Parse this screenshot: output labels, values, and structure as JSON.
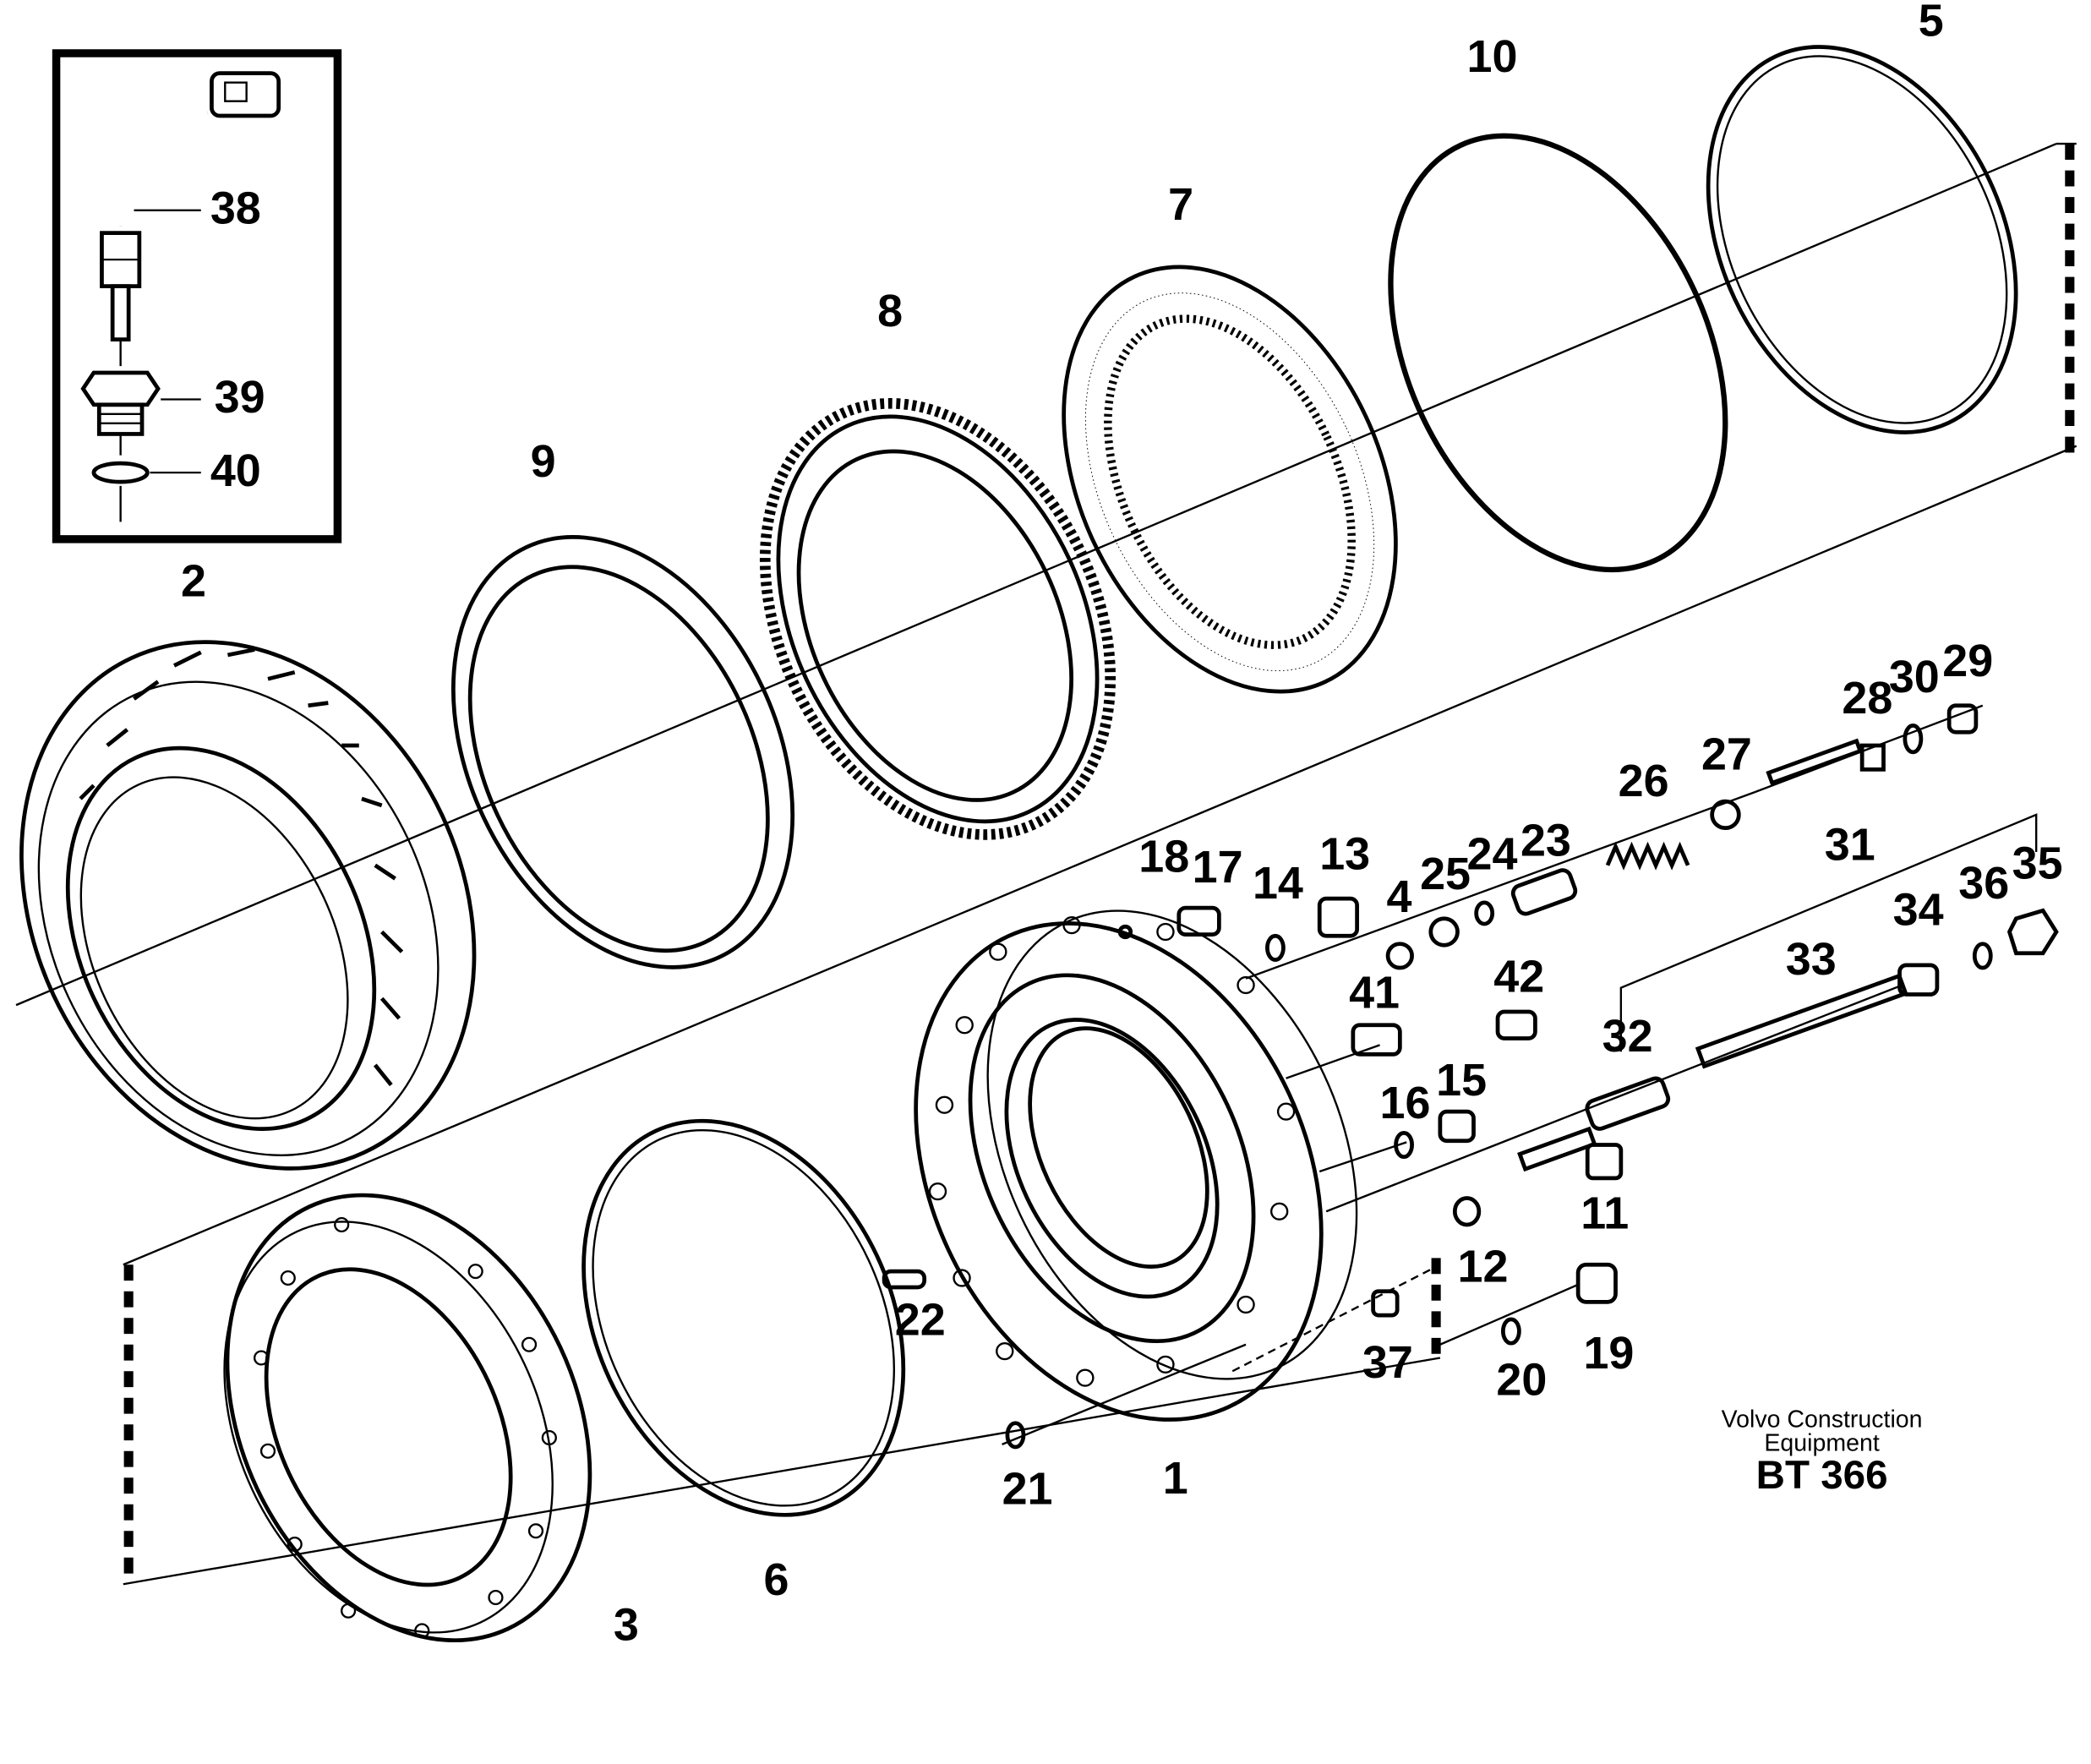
{
  "diagram": {
    "callouts": [
      "1",
      "2",
      "3",
      "4",
      "5",
      "6",
      "7",
      "8",
      "9",
      "10",
      "11",
      "12",
      "13",
      "14",
      "15",
      "16",
      "17",
      "18",
      "19",
      "20",
      "21",
      "22",
      "23",
      "24",
      "25",
      "26",
      "27",
      "28",
      "29",
      "30",
      "31",
      "32",
      "33",
      "34",
      "35",
      "36",
      "37",
      "38",
      "39",
      "40",
      "41",
      "42"
    ],
    "caption": {
      "line1": "Volvo Construction",
      "line2": "Equipment",
      "code": "BT 366"
    }
  }
}
